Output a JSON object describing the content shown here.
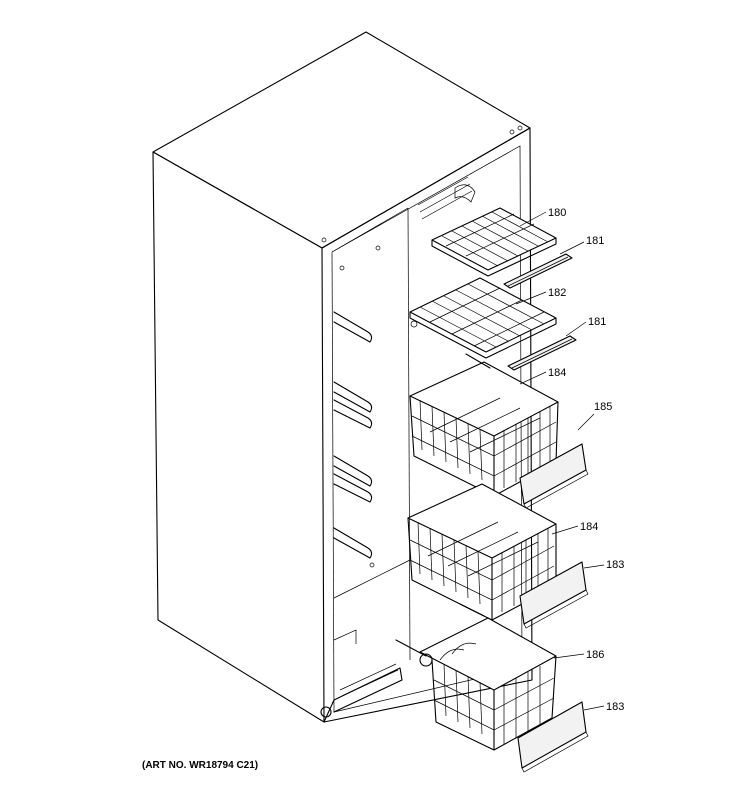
{
  "diagram": {
    "parts": [
      {
        "id": "180",
        "label": "180"
      },
      {
        "id": "181a",
        "label": "181"
      },
      {
        "id": "182",
        "label": "182"
      },
      {
        "id": "181b",
        "label": "181"
      },
      {
        "id": "184a",
        "label": "184"
      },
      {
        "id": "185",
        "label": "185"
      },
      {
        "id": "184b",
        "label": "184"
      },
      {
        "id": "183a",
        "label": "183"
      },
      {
        "id": "186",
        "label": "186"
      },
      {
        "id": "183b",
        "label": "183"
      }
    ],
    "art_number": "(ART NO. WR18794 C21)"
  }
}
